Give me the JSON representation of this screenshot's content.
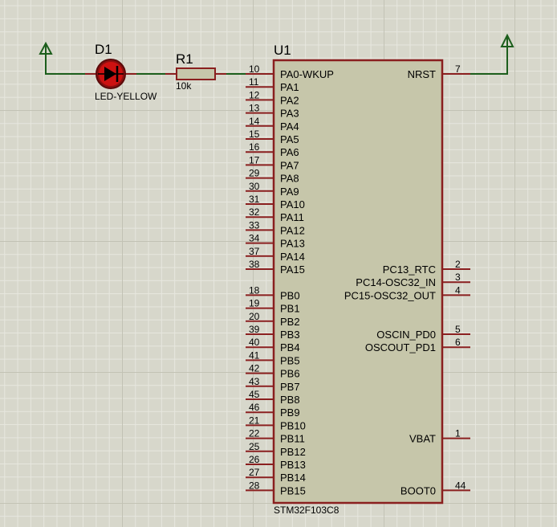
{
  "colors": {
    "body_fill": "#c6c6aa",
    "body_stroke": "#8a1f1f",
    "pin": "#8a1f1f",
    "wire": "#1c5e1c",
    "led_fill": "#cc1111"
  },
  "led": {
    "ref": "D1",
    "value": "LED-YELLOW"
  },
  "resistor": {
    "ref": "R1",
    "value": "10k"
  },
  "mcu": {
    "ref": "U1",
    "part": "STM32F103C8",
    "left_pins": [
      {
        "num": "10",
        "name": "PA0-WKUP"
      },
      {
        "num": "11",
        "name": "PA1"
      },
      {
        "num": "12",
        "name": "PA2"
      },
      {
        "num": "13",
        "name": "PA3"
      },
      {
        "num": "14",
        "name": "PA4"
      },
      {
        "num": "15",
        "name": "PA5"
      },
      {
        "num": "16",
        "name": "PA6"
      },
      {
        "num": "17",
        "name": "PA7"
      },
      {
        "num": "29",
        "name": "PA8"
      },
      {
        "num": "30",
        "name": "PA9"
      },
      {
        "num": "31",
        "name": "PA10"
      },
      {
        "num": "32",
        "name": "PA11"
      },
      {
        "num": "33",
        "name": "PA12"
      },
      {
        "num": "34",
        "name": "PA13"
      },
      {
        "num": "37",
        "name": "PA14"
      },
      {
        "num": "38",
        "name": "PA15"
      },
      {
        "num": "",
        "name": ""
      },
      {
        "num": "18",
        "name": "PB0"
      },
      {
        "num": "19",
        "name": "PB1"
      },
      {
        "num": "20",
        "name": "PB2"
      },
      {
        "num": "39",
        "name": "PB3"
      },
      {
        "num": "40",
        "name": "PB4"
      },
      {
        "num": "41",
        "name": "PB5"
      },
      {
        "num": "42",
        "name": "PB6"
      },
      {
        "num": "43",
        "name": "PB7"
      },
      {
        "num": "45",
        "name": "PB8"
      },
      {
        "num": "46",
        "name": "PB9"
      },
      {
        "num": "21",
        "name": "PB10"
      },
      {
        "num": "22",
        "name": "PB11"
      },
      {
        "num": "25",
        "name": "PB12"
      },
      {
        "num": "26",
        "name": "PB13"
      },
      {
        "num": "27",
        "name": "PB14"
      },
      {
        "num": "28",
        "name": "PB15"
      }
    ],
    "right_pins": [
      {
        "num": "7",
        "name": "NRST",
        "slot": 0
      },
      {
        "num": "2",
        "name": "PC13_RTC",
        "slot": 15
      },
      {
        "num": "3",
        "name": "PC14-OSC32_IN",
        "slot": 16
      },
      {
        "num": "4",
        "name": "PC15-OSC32_OUT",
        "slot": 17
      },
      {
        "num": "5",
        "name": "OSCIN_PD0",
        "slot": 20
      },
      {
        "num": "6",
        "name": "OSCOUT_PD1",
        "slot": 21
      },
      {
        "num": "1",
        "name": "VBAT",
        "slot": 28
      },
      {
        "num": "44",
        "name": "BOOT0",
        "slot": 32
      }
    ]
  }
}
